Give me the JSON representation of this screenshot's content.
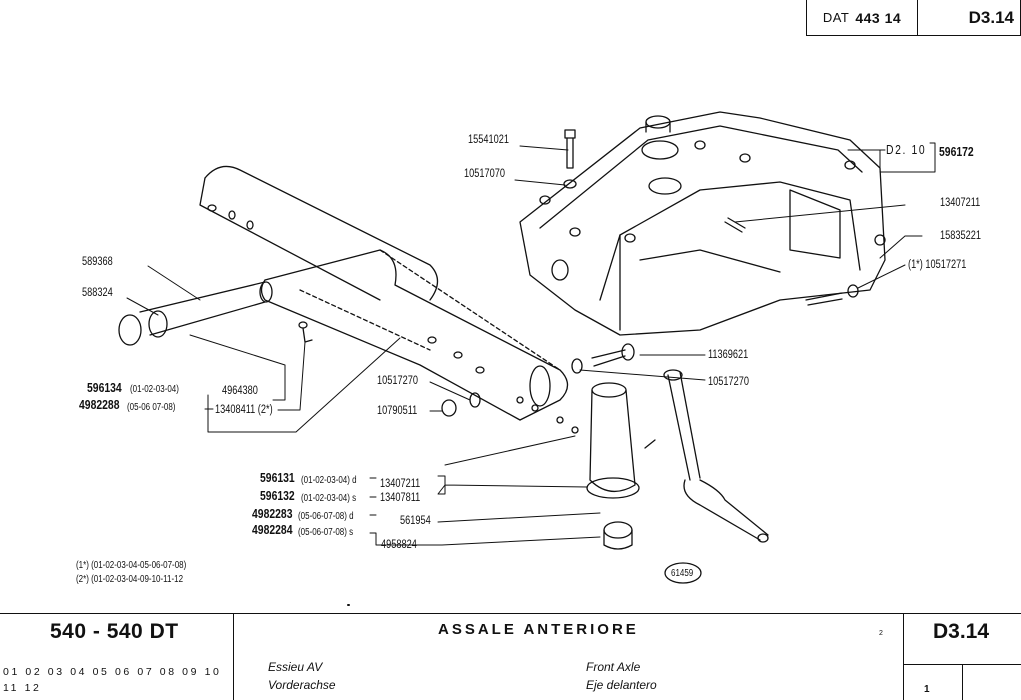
{
  "header": {
    "dat_prefix": "DAT",
    "dat_number": "443 14",
    "code": "D3.14"
  },
  "parts": {
    "p15541021": "15541021",
    "p10517070": "10517070",
    "d210": "D2. 10",
    "p596172": "596172",
    "p13407211": "13407211",
    "p15835221": "15835221",
    "p10517271": "(1*) 10517271",
    "p589368": "589368",
    "p588324": "588324",
    "p596134": "596134",
    "p596134_models": "(01-02-03-04)",
    "p4964380": "4964380",
    "p4982288": "4982288",
    "p4982288_models": "(05-06 07-08)",
    "p13408411": "13408411 (2*)",
    "p10517270a": "10517270",
    "p10790511": "10790511",
    "p11369621": "11369621",
    "p10517270b": "10517270",
    "p596131": "596131",
    "p596131_models": "(01-02-03-04) d",
    "p596132": "596132",
    "p596132_models": "(01-02-03-04) s",
    "p4982283": "4982283",
    "p4982283_models": "(05-06-07-08) d",
    "p4982284": "4982284",
    "p4982284_models": "(05-06-07-08) s",
    "p13407211b": "13407211",
    "p13407811": "13407811",
    "p561954": "561954",
    "p4958824": "4958824",
    "note1": "(1*) (01-02-03-04-05-06-07-08)",
    "note2": "(2*) (01-02-03-04-09-10-11-12",
    "figure_no": "61459"
  },
  "footer": {
    "model": "540 - 540 DT",
    "models_line1": "01 02 03 04 05 06 07 08 09 10",
    "models_line2": "11 12",
    "title": "ASSALE ANTERIORE",
    "fr": "Essieu AV",
    "de": "Vorderachse",
    "en": "Front Axle",
    "es": "Eje delantero",
    "page": "2",
    "code": "D3.14",
    "sheet": "1"
  }
}
